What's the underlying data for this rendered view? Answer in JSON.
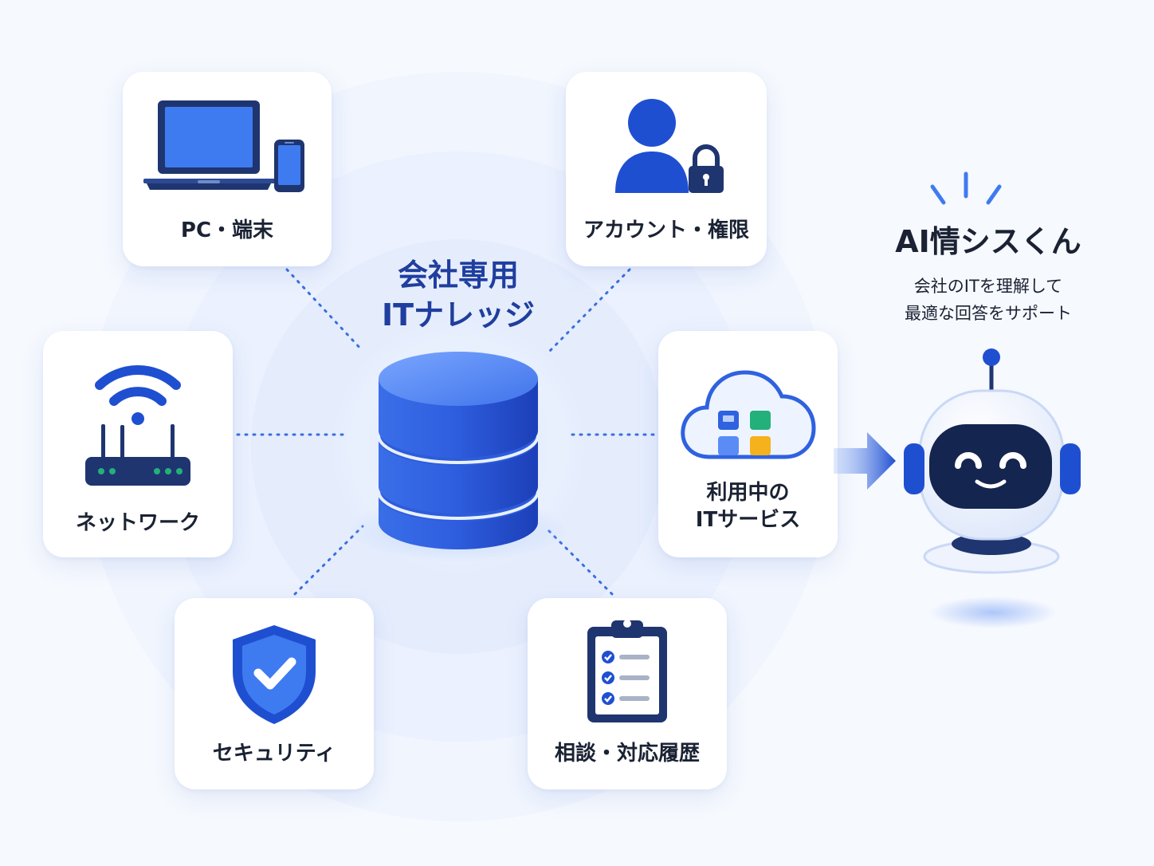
{
  "colors": {
    "primary": "#1f4fd1",
    "dark_navy": "#1f3570",
    "accent_light": "#5b8cf5",
    "green": "#23b07a",
    "yellow": "#f5b21c",
    "background": "#f6f9fe"
  },
  "center": {
    "title": "会社専用\nITナレッジ",
    "icon": "database-icon"
  },
  "categories": [
    {
      "id": "pc",
      "label": "PC・端末",
      "icon": "laptop-phone-icon"
    },
    {
      "id": "account",
      "label": "アカウント・権限",
      "icon": "user-lock-icon"
    },
    {
      "id": "network",
      "label": "ネットワーク",
      "icon": "wifi-router-icon"
    },
    {
      "id": "services",
      "label": "利用中の\nITサービス",
      "icon": "cloud-apps-icon"
    },
    {
      "id": "security",
      "label": "セキュリティ",
      "icon": "shield-check-icon"
    },
    {
      "id": "history",
      "label": "相談・対応履歴",
      "icon": "clipboard-checklist-icon"
    }
  ],
  "assistant": {
    "name": "AI情シスくん",
    "description": "会社のITを理解して\n最適な回答をサポート",
    "icon": "robot-icon",
    "arrow_icon": "arrow-right-icon"
  }
}
